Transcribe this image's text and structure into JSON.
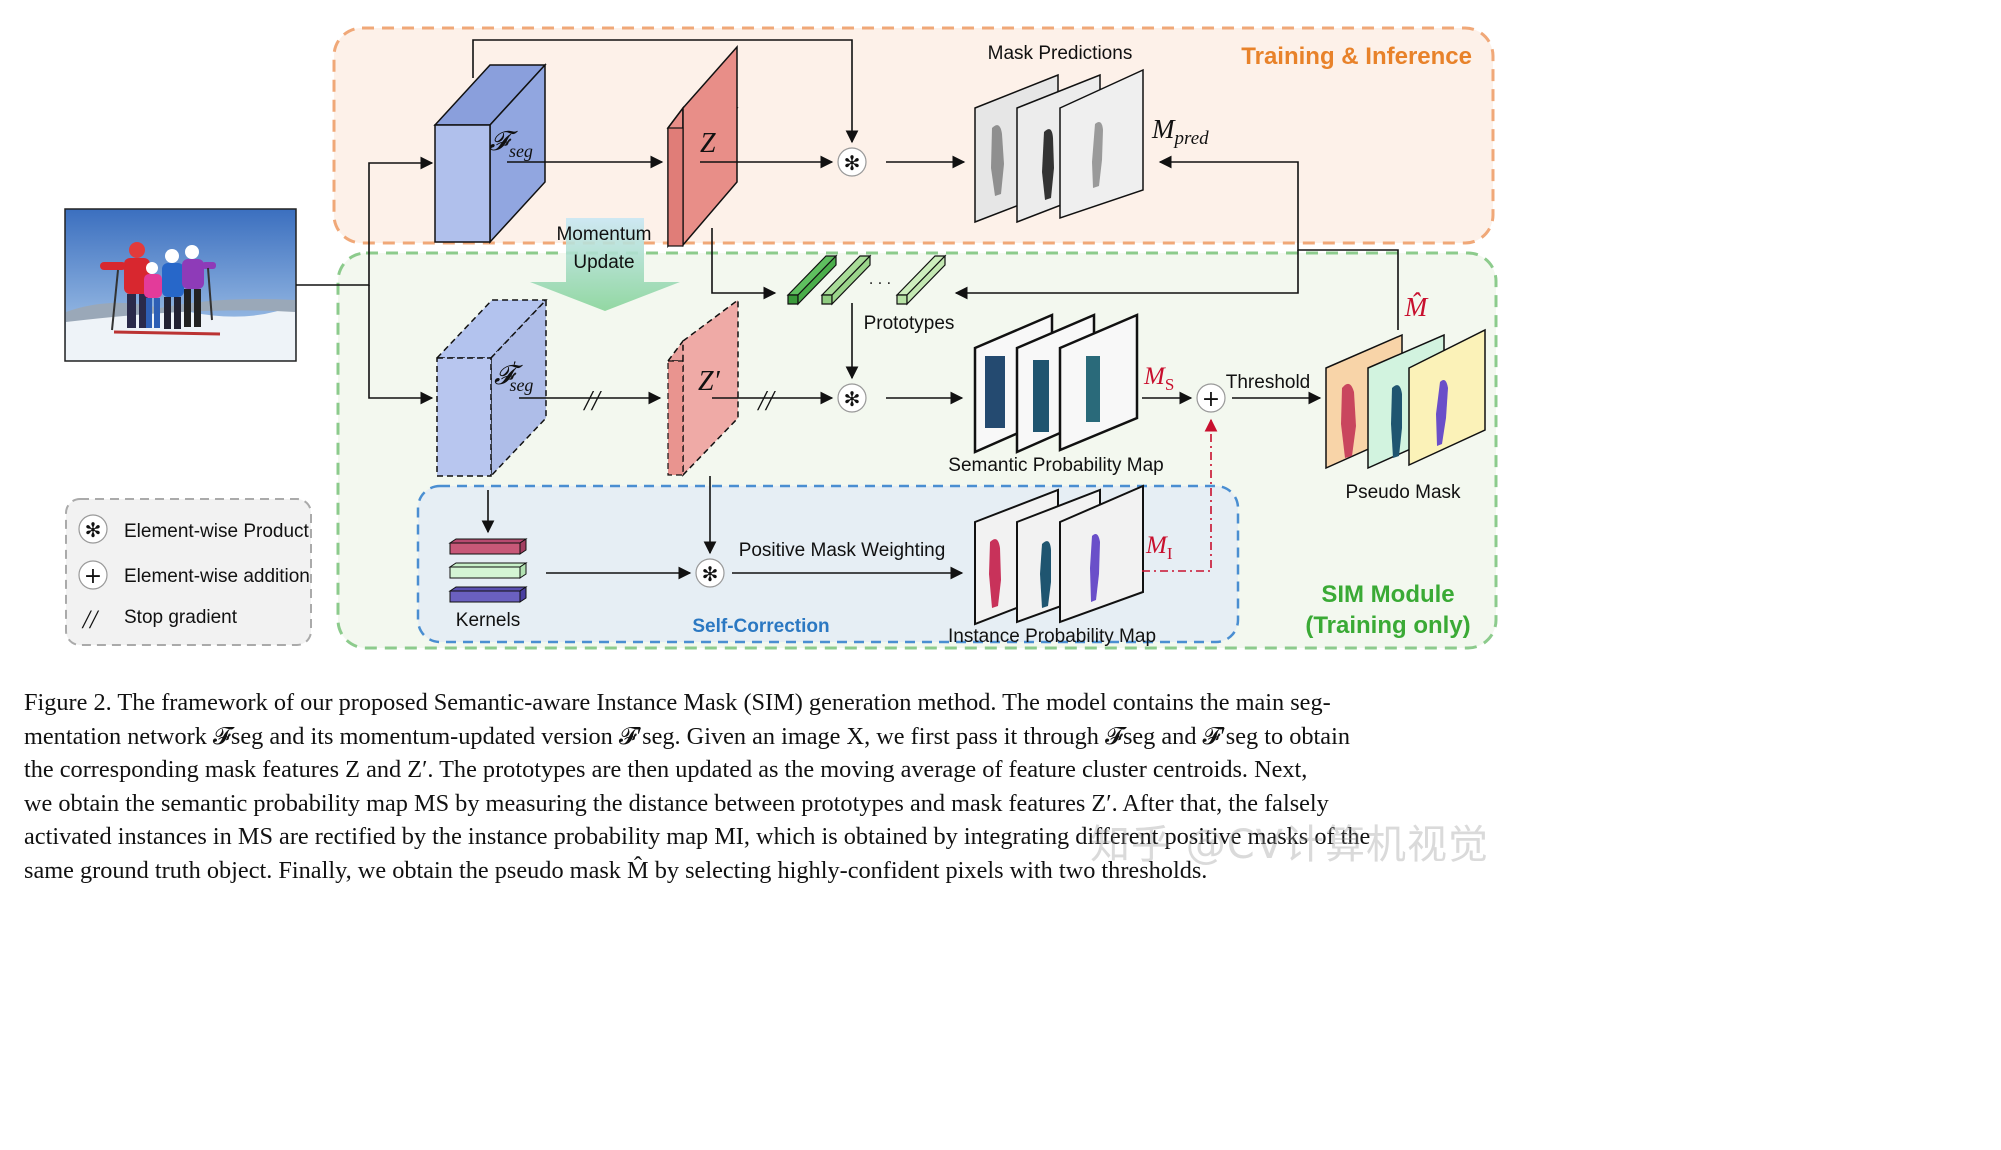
{
  "regions": {
    "training_inference": "Training & Inference",
    "sim_module_line1": "SIM Module",
    "sim_module_line2": "(Training only)",
    "self_correction": "Self-Correction"
  },
  "labels": {
    "mask_predictions": "Mask Predictions",
    "momentum_update_line1": "Momentum",
    "momentum_update_line2": "Update",
    "prototypes": "Prototypes",
    "prototype_dots": "· · ·",
    "threshold": "Threshold",
    "semantic_probability_map": "Semantic Probability Map",
    "positive_mask_weighting": "Positive Mask Weighting",
    "instance_probability_map": "Instance Probability Map",
    "kernels": "Kernels",
    "pseudo_mask": "Pseudo Mask",
    "stop_gradient_mark": "//"
  },
  "math": {
    "f_seg": "𝓕",
    "f_seg_sub": "seg",
    "f_seg_prime": "𝓕",
    "f_seg_prime_sup": "′",
    "f_seg_prime_sub": "seg",
    "z": "Z",
    "z_prime": "Z′",
    "m_pred": "M",
    "m_pred_sub": "pred",
    "m_s": "M",
    "m_s_sub": "S",
    "m_i": "M",
    "m_i_sub": "I",
    "m_hat": "M̂"
  },
  "ops": {
    "product": "✻",
    "addition": "+"
  },
  "legend": {
    "product_label": "Element-wise Product",
    "addition_label": "Element-wise addition",
    "stop_gradient_label": "Stop gradient"
  },
  "colors": {
    "orange_region": "#f0a878",
    "green_region": "#8ccb8c",
    "blue_region": "#4a8ed1",
    "training_text": "#e8822a",
    "sim_text": "#3aaa35",
    "self_correction_text": "#2b78c2",
    "feature_blue": "#aebde8",
    "feature_red": "#e8908a",
    "mask_red": "#d84a58"
  },
  "caption": [
    "Figure 2. The framework of our proposed Semantic-aware Instance Mask (SIM) generation method. The model contains the main seg-",
    "mentation network 𝓕seg and its momentum-updated version 𝓕′seg. Given an image X, we first pass it through 𝓕seg and 𝓕′seg to obtain",
    "the corresponding mask features Z and Z′. The prototypes are then updated as the moving average of feature cluster centroids. Next,",
    "we obtain the semantic probability map MS by measuring the distance between prototypes and mask features Z′. After that, the falsely",
    "activated instances in MS are rectified by the instance probability map MI, which is obtained by integrating different positive masks of the",
    "same ground truth object. Finally, we obtain the pseudo mask M̂ by selecting highly-confident pixels with two thresholds."
  ],
  "watermark": "知乎 @CV计算机视觉"
}
